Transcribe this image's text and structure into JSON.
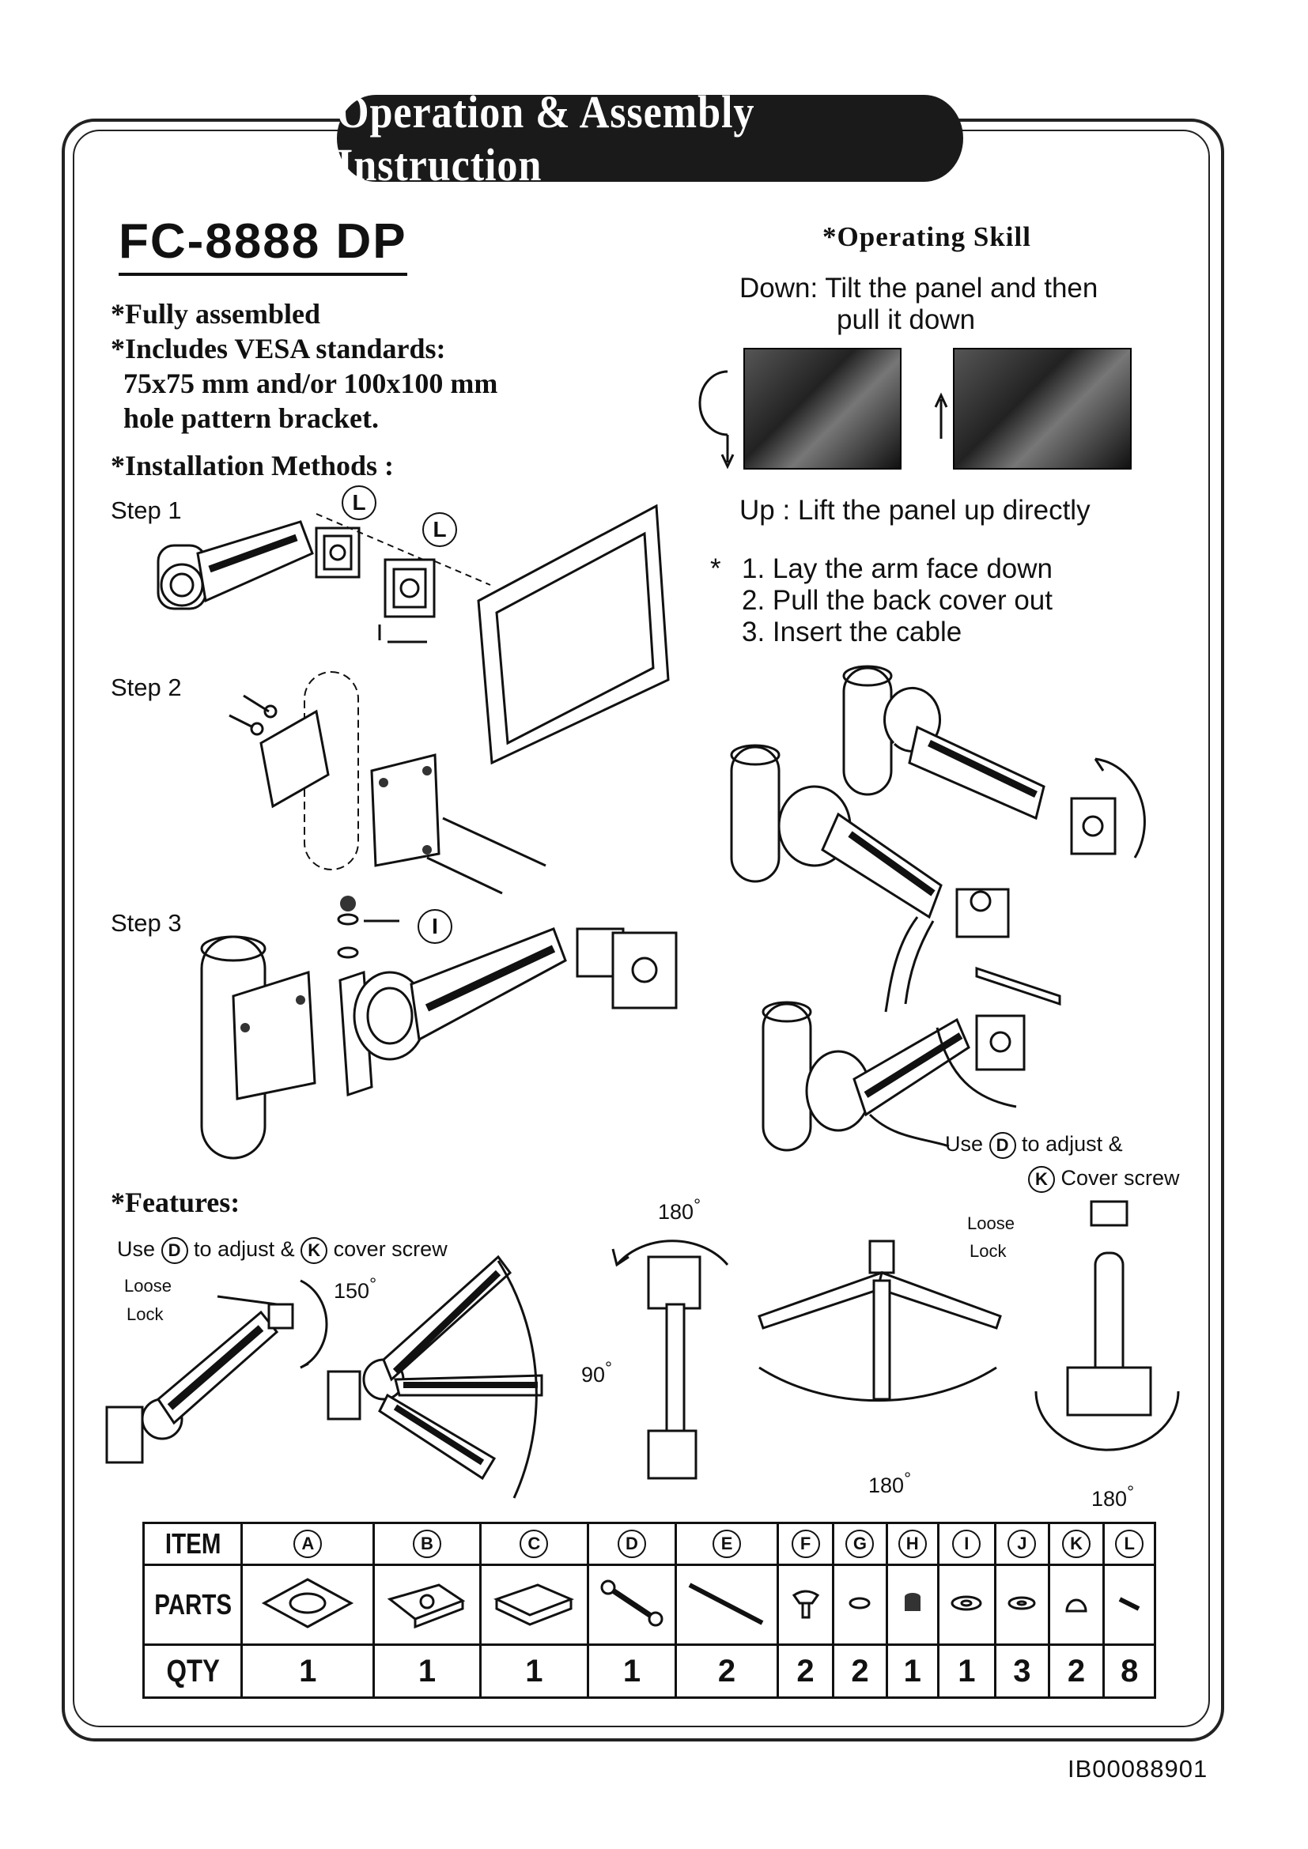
{
  "banner_title": "Operation & Assembly Instruction",
  "model": "FC-8888 DP",
  "features_list": [
    "*Fully assembled",
    "*Includes VESA standards:",
    " 75x75 mm and/or 100x100 mm",
    " hole pattern bracket."
  ],
  "installation_heading": "*Installation Methods :",
  "steps": [
    "Step 1",
    "Step 2",
    "Step 3"
  ],
  "step1_callouts": [
    "L",
    "L"
  ],
  "step3_callout": "I",
  "operating": {
    "heading": "*Operating  Skill",
    "down_line1": "Down: Tilt the panel and then",
    "down_line2": "pull it down",
    "up": "Up : Lift the panel up directly"
  },
  "cable_note": {
    "star": "*",
    "items": [
      "1. Lay the arm face down",
      "2. Pull the back cover out",
      "3. Insert the cable"
    ]
  },
  "cable_adjust": {
    "use": "Use",
    "d": "D",
    "to_adjust": "to adjust &",
    "k": "K",
    "cover": "Cover screw"
  },
  "features_heading": "*Features:",
  "feature_adjust": {
    "use": "Use",
    "d": "D",
    "to_adjust": "to adjust &",
    "k": "K",
    "cover": "cover screw"
  },
  "loose": "Loose",
  "lock": "Lock",
  "angles": {
    "a150": "150",
    "a90": "90",
    "a180_top": "180",
    "a180_mid": "180",
    "a180_right": "180",
    "deg": "°"
  },
  "table": {
    "row_labels": [
      "ITEM",
      "PARTS",
      "QTY"
    ],
    "items": [
      "A",
      "B",
      "C",
      "D",
      "E",
      "F",
      "G",
      "H",
      "I",
      "J",
      "K",
      "L"
    ],
    "qty": [
      "1",
      "1",
      "1",
      "1",
      "2",
      "2",
      "2",
      "1",
      "1",
      "3",
      "2",
      "8"
    ]
  },
  "doc_id": "IB00088901"
}
